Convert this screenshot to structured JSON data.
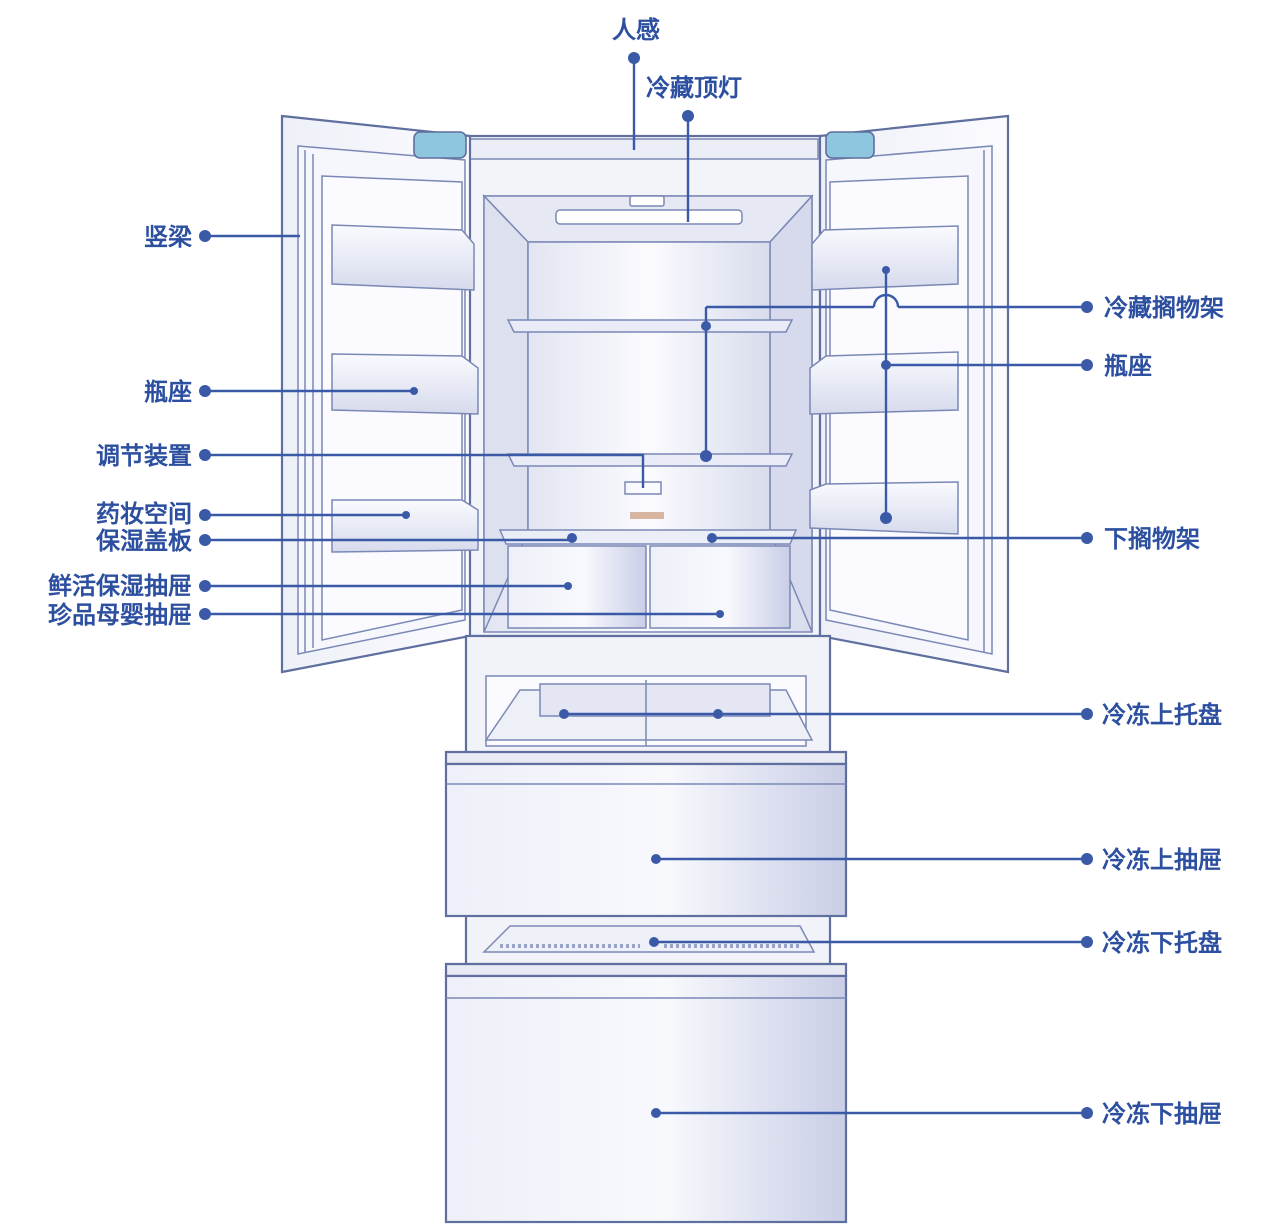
{
  "labels": {
    "sensor": "人感",
    "fridge_top_light": "冷藏顶灯",
    "vertical_beam": "竖梁",
    "fridge_shelf": "冷藏搁物架",
    "bottle_rack_left": "瓶座",
    "bottle_rack_right": "瓶座",
    "adjust_device": "调节装置",
    "medicine_space": "药妆空间",
    "humidity_cover": "保湿盖板",
    "lower_shelf": "下搁物架",
    "fresh_drawer": "鲜活保湿抽屉",
    "baby_drawer": "珍品母婴抽屉",
    "freezer_upper_tray": "冷冻上托盘",
    "freezer_upper_drawer": "冷冻上抽屉",
    "freezer_lower_tray": "冷冻下托盘",
    "freezer_lower_drawer": "冷冻下抽屉"
  },
  "colors": {
    "label": "#2c4fa0",
    "leader_line": "#3a5aa8",
    "outline": "#5f6f9e",
    "panel_light": "#f4f5fb",
    "panel_shade": "#d4d8ea"
  }
}
